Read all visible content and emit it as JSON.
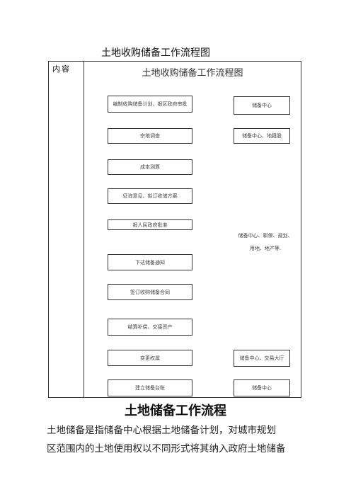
{
  "document": {
    "title": "土地收购储备工作流程图",
    "table": {
      "column_label": "内容",
      "inner_title": "土地收购储备工作流程图",
      "steps": [
        "编制收购储备计划、报区政府审批",
        "宗地调查",
        "成本测算",
        "征询意见、拟订收储方案",
        "报人民政府批准",
        "下达储备通知",
        "签订收购储备合同",
        "结算补偿、交接资产",
        "变更权属",
        "建立储备台账"
      ],
      "responsible": [
        "储备中心",
        "储备中心、地籍股",
        "储备中心、耕保、规划、",
        "用地、地产等.",
        "储备中心、交易大厅",
        "储备中心"
      ]
    },
    "section_heading": "土地储备工作流程",
    "paragraph_lines": [
      "土地储备是指储备中心根据土地储备计划，对城市规划",
      "区范围内的土地使用权以不同形式将其纳入政府土地储备"
    ]
  }
}
